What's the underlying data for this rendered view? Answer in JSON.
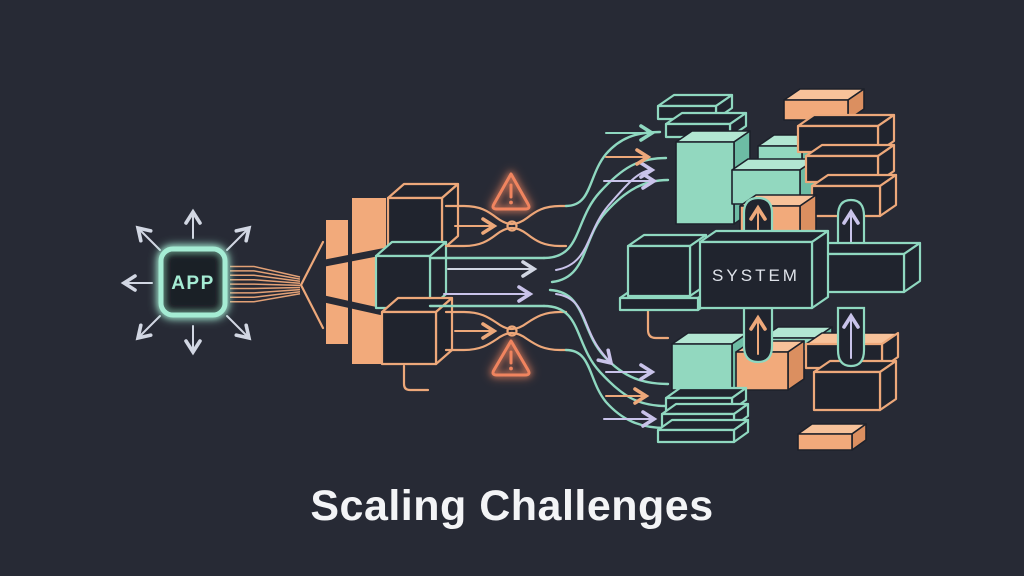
{
  "title": "Scaling Challenges",
  "nodes": {
    "app": {
      "label": "APP"
    },
    "system": {
      "label": "SYSTEM"
    }
  },
  "icons": {
    "warning_top": "warning-triangle",
    "warning_bottom": "warning-triangle",
    "app_arrows": "expansion-arrows",
    "flow_arrows": "right-arrow",
    "pipe_arrows": "up-arrow"
  },
  "colors": {
    "background": "#272a35",
    "dark_fill": "#20242e",
    "teal": "#8fd8c0",
    "teal_bright": "#a5ecd4",
    "teal_fill": "#92d8bf",
    "teal_fill_top": "#b2e6d2",
    "teal_fill_side": "#6dbca4",
    "orange": "#eda87a",
    "orange_fill": "#f2aa7b",
    "orange_fill_top": "#f7c29a",
    "orange_fill_side": "#db8f60",
    "warning": "#f0845e",
    "arrow_light": "#d2d7e3",
    "lavender": "#c9c3ea",
    "text_light": "#dfe3ea",
    "title_color": "#f3f4f6"
  }
}
